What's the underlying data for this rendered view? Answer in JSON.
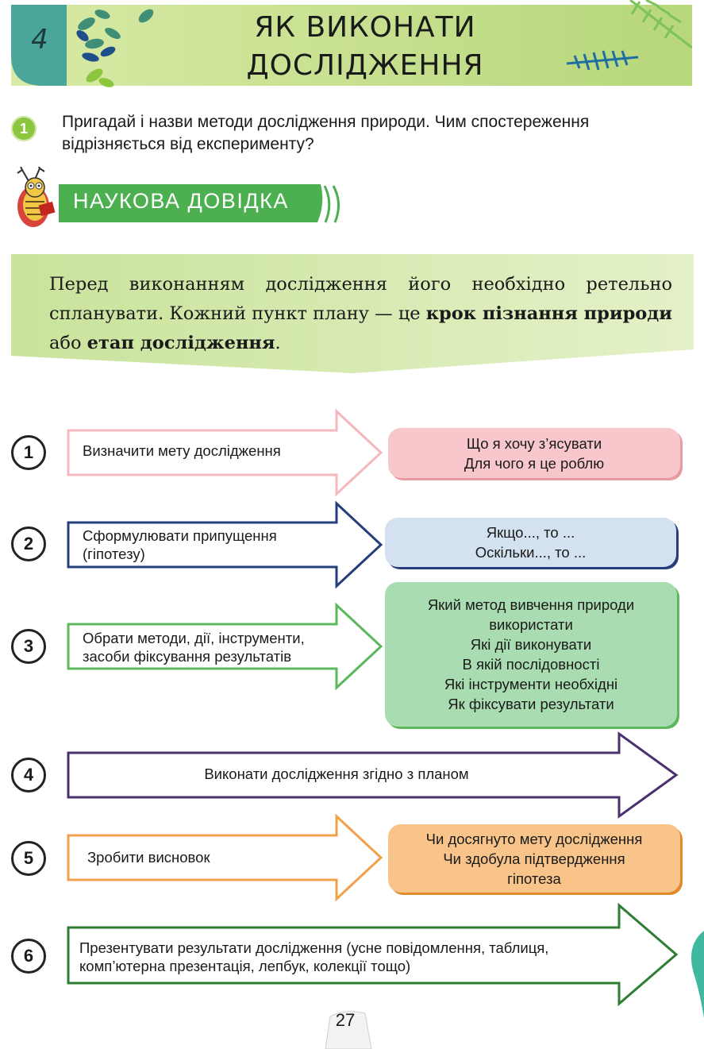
{
  "header": {
    "lesson_number": "4",
    "title_line_1": "ЯК ВИКОНАТИ",
    "title_line_2": "ДОСЛІДЖЕННЯ"
  },
  "task": {
    "number": "1",
    "text": "Пригадай і назви методи дослідження природи. Чим спостереження відрізняється від експерименту?"
  },
  "reference": {
    "title": "НАУКОВА ДОВІДКА",
    "text_part_1": "Перед виконанням дослідження його необхідно ретельно спланувати. Кожний пункт плану — це ",
    "bold_1": "крок пізнання природи",
    "text_part_2": " або ",
    "bold_2": "етап дослідження",
    "text_part_3": "."
  },
  "steps": [
    {
      "number": "1",
      "action": "Визначити мету дослідження",
      "result": [
        "Що я хочу з’ясувати",
        "Для чого я це роблю"
      ],
      "color": "#f4b8bd",
      "fill": "#f8c7cb"
    },
    {
      "number": "2",
      "action_line_1": "Сформулювати припущення",
      "action_line_2": "(гіпотезу)",
      "result": [
        "Якщо..., то ...",
        "Оскільки..., то ..."
      ],
      "color": "#263f7a",
      "fill": "#d3e1f0"
    },
    {
      "number": "3",
      "action_line_1": "Обрати методи, дії, інструменти,",
      "action_line_2": "засоби фіксування результатів",
      "result": [
        "Який метод вивчення природи",
        "використати",
        "Які дії виконувати",
        "В якій послідовності",
        "Які інструменти необхідні",
        "Як фіксувати результати"
      ],
      "color": "#5cb85c",
      "fill": "#a9dcb0"
    },
    {
      "number": "4",
      "action": "Виконати дослідження згідно з планом",
      "color": "#4b2f6e"
    },
    {
      "number": "5",
      "action": "Зробити висновок",
      "result": [
        "Чи досягнуто мету дослідження",
        "Чи здобула підтвердження",
        "гіпотеза"
      ],
      "color": "#f0a04b",
      "fill": "#f8c48a"
    },
    {
      "number": "6",
      "action_line_1": "Презентувати результати дослідження (усне повідомлення, таблиця,",
      "action_line_2": "комп’ютерна презентація, лепбук, колекції тощо)",
      "color": "#2e7d32"
    }
  ],
  "page_number": "27",
  "colors": {
    "header_green": "#c4df8f",
    "lesson_teal": "#4aa69a",
    "banner_green": "#4caf50",
    "info_box_green": "#cfe6a4"
  }
}
